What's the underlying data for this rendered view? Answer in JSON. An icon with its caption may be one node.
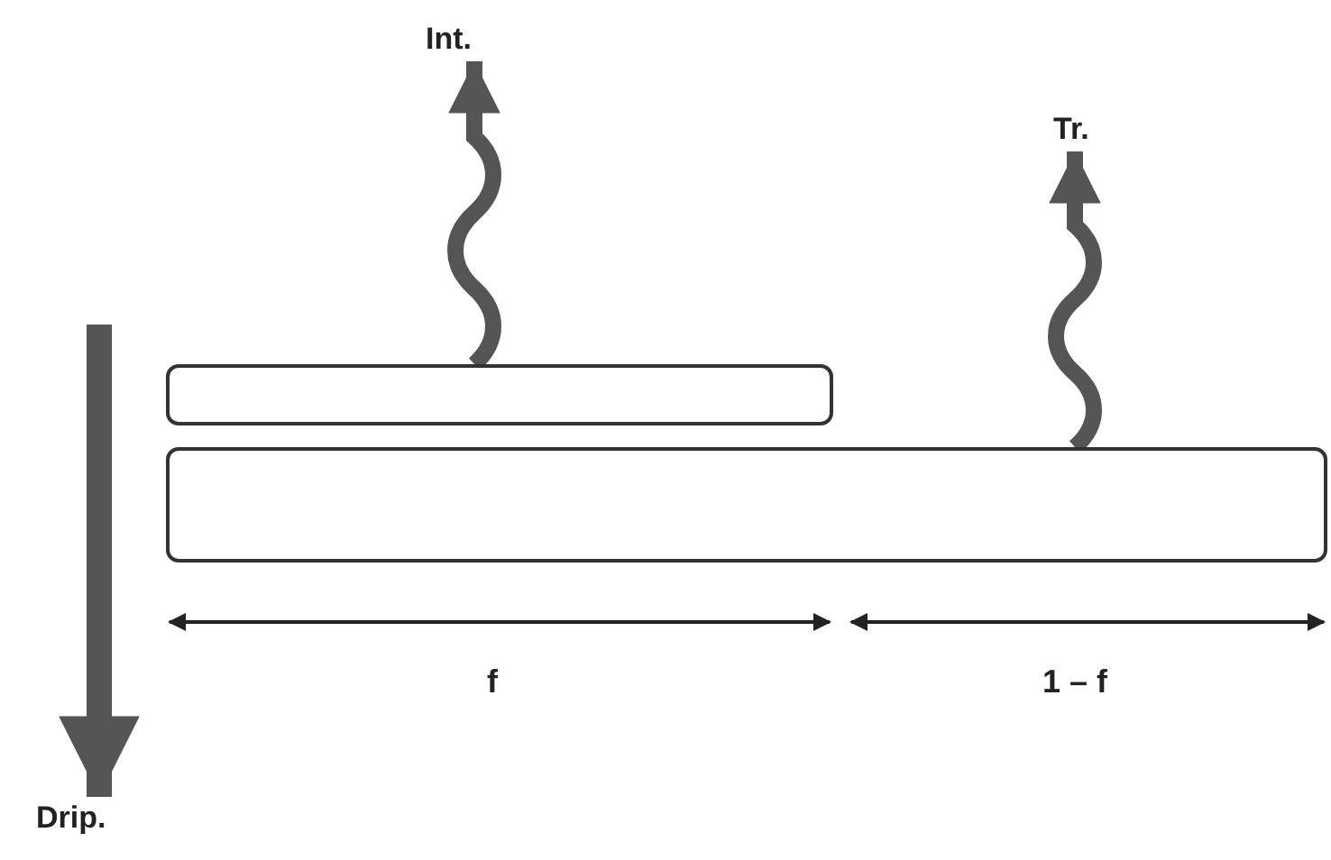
{
  "diagram": {
    "nodes": [
      {
        "text": [],
        "shape": "bar"
      },
      {
        "text": [],
        "shape": "bar"
      },
      {
        "text": [
          "Int."
        ]
      },
      {
        "text": [
          "Tr."
        ]
      },
      {
        "text": [
          "Drip."
        ]
      }
    ],
    "edges": [
      {
        "from": 0,
        "to": 2,
        "arrow": "to"
      },
      {
        "from": 1,
        "to": 3,
        "arrow": "to"
      },
      {
        "from": null,
        "to": 4,
        "arrow": "to"
      }
    ],
    "labels": [
      "f",
      "1 – f"
    ]
  }
}
